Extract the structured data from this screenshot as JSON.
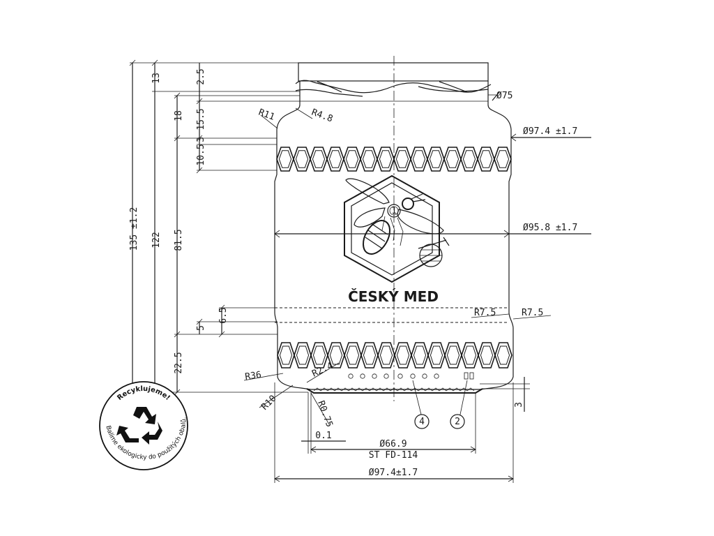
{
  "drawing": {
    "label_text": "ČESKÝ MED",
    "dimensions": {
      "total_height": "135 ±1.2",
      "height_122": "122",
      "height_13": "13",
      "height_2_5": "2.5",
      "height_18": "18",
      "height_15_5": "15.5",
      "height_10_5": "10.5",
      "height_3": "3",
      "height_81_5": "81.5",
      "height_6_5": "6.5",
      "height_5": "5",
      "height_22_5": "22.5",
      "height_3_bottom": "3",
      "radius_r11": "R11",
      "radius_r4_8": "R4.8",
      "radius_r7_5_left": "R7.5",
      "radius_r7_5_right": "R7.5",
      "radius_r36": "R36",
      "radius_r2_4": "R2.4",
      "radius_r10": "R10",
      "radius_r0_75": "R0.75",
      "dia_75": "Ø75",
      "dia_97_4_top": "Ø97.4 ±1.7",
      "dia_95_8": "Ø95.8 ±1.7",
      "dim_0_1": "0.1",
      "dia_66_9": "Ø66.9",
      "standard": "ST FD-114",
      "dia_97_4_bottom": "Ø97.4±1.7"
    },
    "callouts": {
      "one": "1",
      "two": "2",
      "four": "4"
    }
  },
  "badge": {
    "top_text": "Recyklujeme!",
    "bottom_text": "Balíme ekologicky do použitých obalů.",
    "icon": "recycle-icon"
  }
}
